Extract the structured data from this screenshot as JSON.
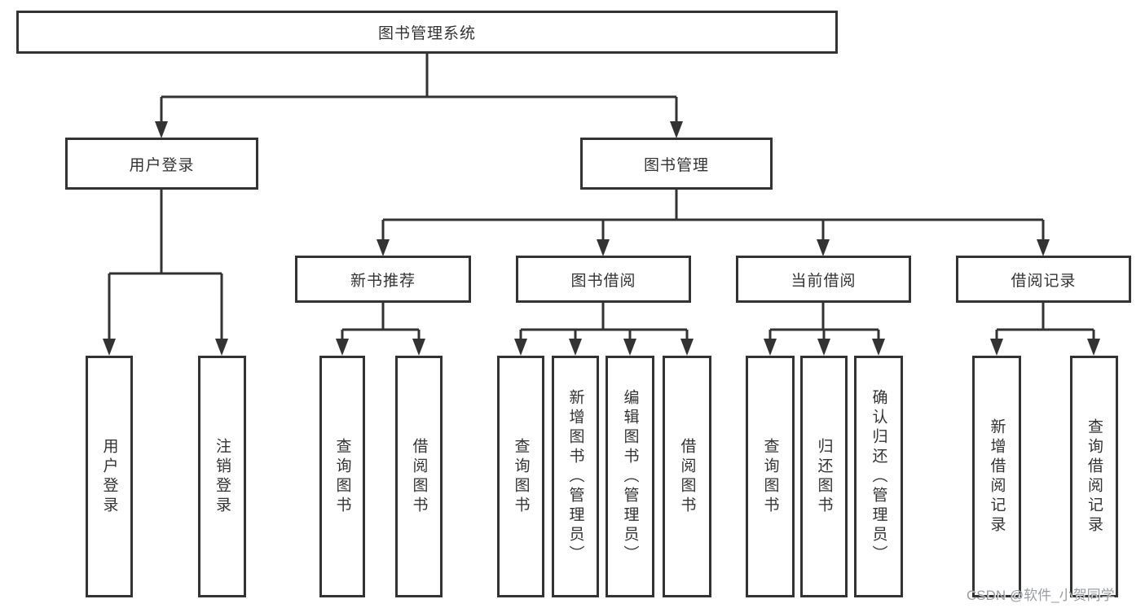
{
  "diagram": {
    "root": {
      "label": "图书管理系统"
    },
    "level2": [
      {
        "label": "用户登录"
      },
      {
        "label": "图书管理"
      }
    ],
    "level3": [
      {
        "label": "新书推荐"
      },
      {
        "label": "图书借阅"
      },
      {
        "label": "当前借阅"
      },
      {
        "label": "借阅记录"
      }
    ],
    "leaves": {
      "login": [
        "用户登录",
        "注销登录"
      ],
      "new_book": [
        "查询图书",
        "借阅图书"
      ],
      "borrow": [
        "查询图书",
        "新增图书（管理员）",
        "编辑图书（管理员）",
        "借阅图书"
      ],
      "current": [
        "查询图书",
        "归还图书",
        "确认归还（管理员）"
      ],
      "records": [
        "新增借阅记录",
        "查询借阅记录"
      ]
    },
    "watermark": "CSDN @软件_小贺同学",
    "colors": {
      "line": "#333333",
      "text": "#333333",
      "box_background": "#ffffff",
      "watermark": "#94979c"
    }
  }
}
